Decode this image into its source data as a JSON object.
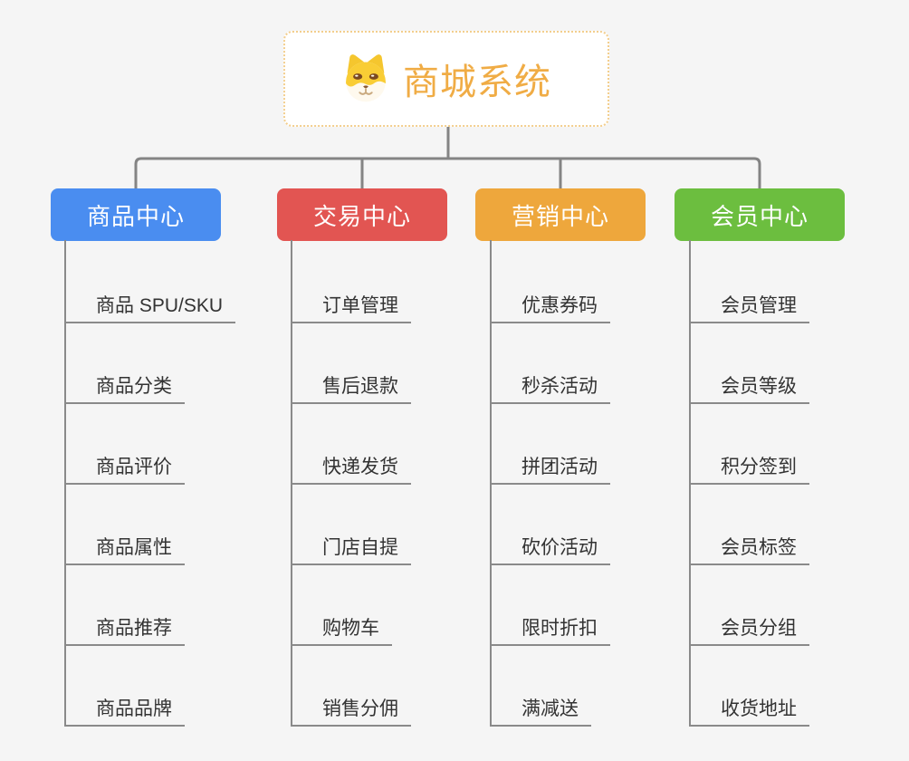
{
  "root": {
    "title": "商城系统",
    "icon": "dog-face-icon"
  },
  "branches": [
    {
      "label": "商品中心",
      "color": "#4A8DF0",
      "children": [
        "商品 SPU/SKU",
        "商品分类",
        "商品评价",
        "商品属性",
        "商品推荐",
        "商品品牌"
      ]
    },
    {
      "label": "交易中心",
      "color": "#E25552",
      "children": [
        "订单管理",
        "售后退款",
        "快递发货",
        "门店自提",
        "购物车",
        "销售分佣"
      ]
    },
    {
      "label": "营销中心",
      "color": "#EEA73C",
      "children": [
        "优惠券码",
        "秒杀活动",
        "拼团活动",
        "砍价活动",
        "限时折扣",
        "满减送"
      ]
    },
    {
      "label": "会员中心",
      "color": "#6CBE3F",
      "children": [
        "会员管理",
        "会员等级",
        "积分签到",
        "会员标签",
        "会员分组",
        "收货地址"
      ]
    }
  ],
  "colors": {
    "background": "#F5F5F5",
    "connector": "#848484",
    "leaf_line": "#8A8A8A",
    "leaf_text": "#333333",
    "root_text": "#F0AC45",
    "root_border": "#F3CE8D",
    "branch_text": "#FFFFFF",
    "dog_yellow": "#F9CD35",
    "dog_cream": "#FEF9EE"
  }
}
